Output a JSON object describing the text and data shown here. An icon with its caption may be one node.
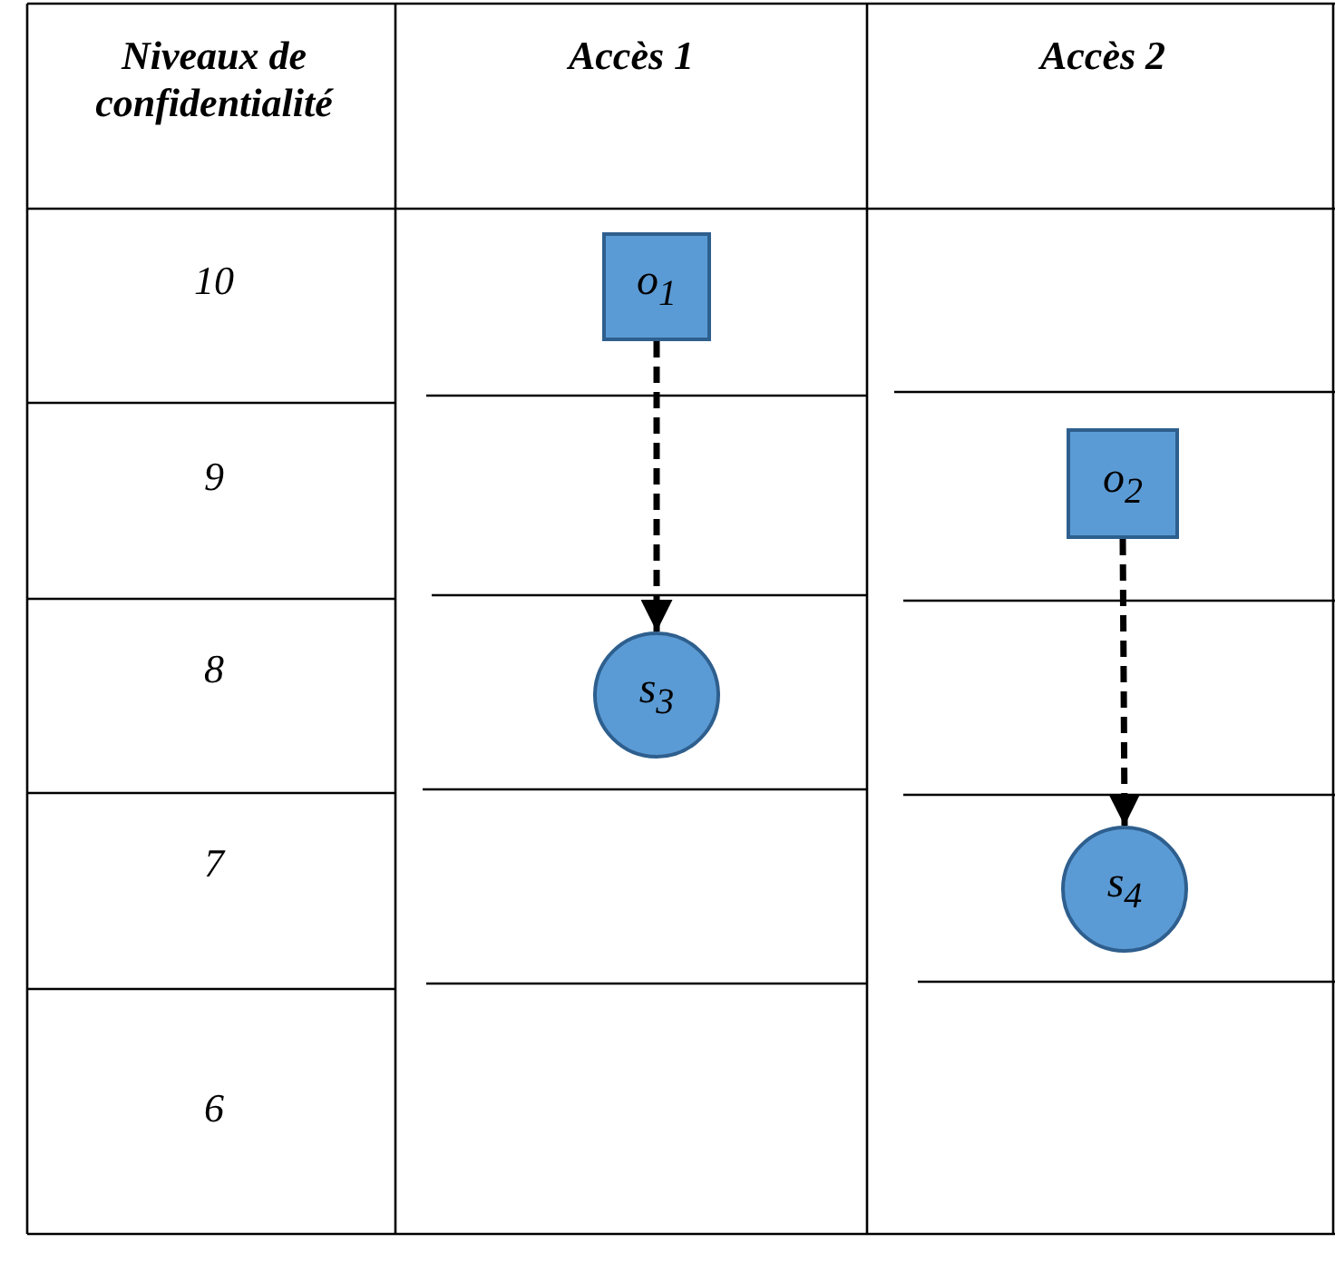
{
  "diagram": {
    "nodes": [
      {
        "text": [
          "o$_{1}$"
        ]
      },
      {
        "text": [
          "s$_{3}$"
        ]
      },
      {
        "text": [
          "o$_{2}$"
        ]
      },
      {
        "text": [
          "s$_{4}$"
        ]
      }
    ],
    "edges": [
      {
        "from": 0,
        "to": 1,
        "arrow": "to",
        "style": "dashed"
      },
      {
        "from": 2,
        "to": 3,
        "arrow": "to",
        "style": "dashed"
      }
    ],
    "labels": [
      "Niveaux de confidentialité",
      "Accès 1",
      "Accès 2",
      "10",
      "9",
      "8",
      "7",
      "6"
    ]
  }
}
